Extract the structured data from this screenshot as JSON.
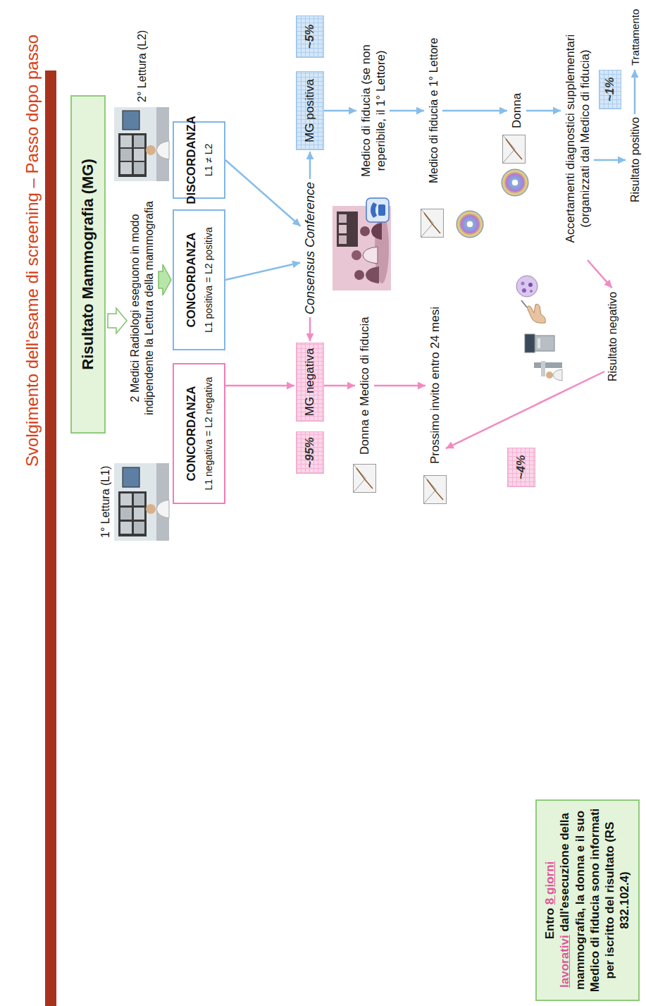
{
  "diagram": {
    "title": "Svolgimento dell'esame di screening – Passo dopo passo",
    "nodes": [
      {
        "text": [
          "Risultato Mammografia (MG)"
        ]
      },
      {
        "text": [
          "CONCORDANZA",
          "L1 negativa = L2 negativa"
        ]
      },
      {
        "text": [
          "CONCORDANZA",
          "L1 positiva = L2 positiva"
        ]
      },
      {
        "text": [
          "DISCORDANZA",
          "L1 ≠ L2"
        ]
      },
      {
        "text": [
          "Consensus Conference"
        ]
      },
      {
        "text": [
          "~95%"
        ]
      },
      {
        "text": [
          "MG negativa"
        ]
      },
      {
        "text": [
          "MG positiva"
        ]
      },
      {
        "text": [
          "~5%"
        ]
      },
      {
        "text": [
          "Donna e Medico di fiducia"
        ]
      },
      {
        "text": [
          "Prossimo invito entro 24 mesi"
        ]
      },
      {
        "text": [
          "Medico di fiducia (se non reperibile, il 1° Lettore)"
        ]
      },
      {
        "text": [
          "Medico di fiducia e 1° Lettore"
        ]
      },
      {
        "text": [
          "Donna"
        ]
      },
      {
        "text": [
          "Accertamenti diagnostici supplementari (organizzati dal Medico di fiducia)"
        ]
      },
      {
        "text": [
          "~4%"
        ]
      },
      {
        "text": [
          "~1%"
        ]
      },
      {
        "text": [
          "Risultato negativo"
        ]
      },
      {
        "text": [
          "Risultato positivo"
        ]
      },
      {
        "text": [
          "Trattamento"
        ]
      },
      {
        "text": [
          "Entro",
          "8 giorni lavorativi",
          "dall'esecuzione della mammografia, la donna e il suo Medico di fiducia sono informati per iscritto del risultato (RS 832.102.4)"
        ]
      }
    ],
    "edges": [
      {
        "from": 1,
        "to": 6,
        "arrow": "to"
      },
      {
        "from": 2,
        "to": 4,
        "arrow": "to"
      },
      {
        "from": 3,
        "to": 4,
        "arrow": "to"
      },
      {
        "from": 4,
        "to": 6,
        "arrow": "to"
      },
      {
        "from": 4,
        "to": 7,
        "arrow": "to"
      },
      {
        "from": 6,
        "to": 9,
        "arrow": "to"
      },
      {
        "from": 9,
        "to": 10,
        "arrow": "to"
      },
      {
        "from": 7,
        "to": 11,
        "arrow": "to"
      },
      {
        "from": 11,
        "to": 12,
        "arrow": "to"
      },
      {
        "from": 12,
        "to": 13,
        "arrow": "to"
      },
      {
        "from": 13,
        "to": 14,
        "arrow": "to"
      },
      {
        "from": 14,
        "to": 17,
        "arrow": "to"
      },
      {
        "from": 14,
        "to": 18,
        "arrow": "to"
      },
      {
        "from": 18,
        "to": 19,
        "arrow": "to"
      },
      {
        "from": 17,
        "to": 10,
        "arrow": "to"
      }
    ],
    "labels": [
      "1° Lettura (L1)",
      "2° Lettura (L2)",
      "2 Medici Radiologi eseguono in modo indipendente la Lettura della mammografia"
    ]
  }
}
